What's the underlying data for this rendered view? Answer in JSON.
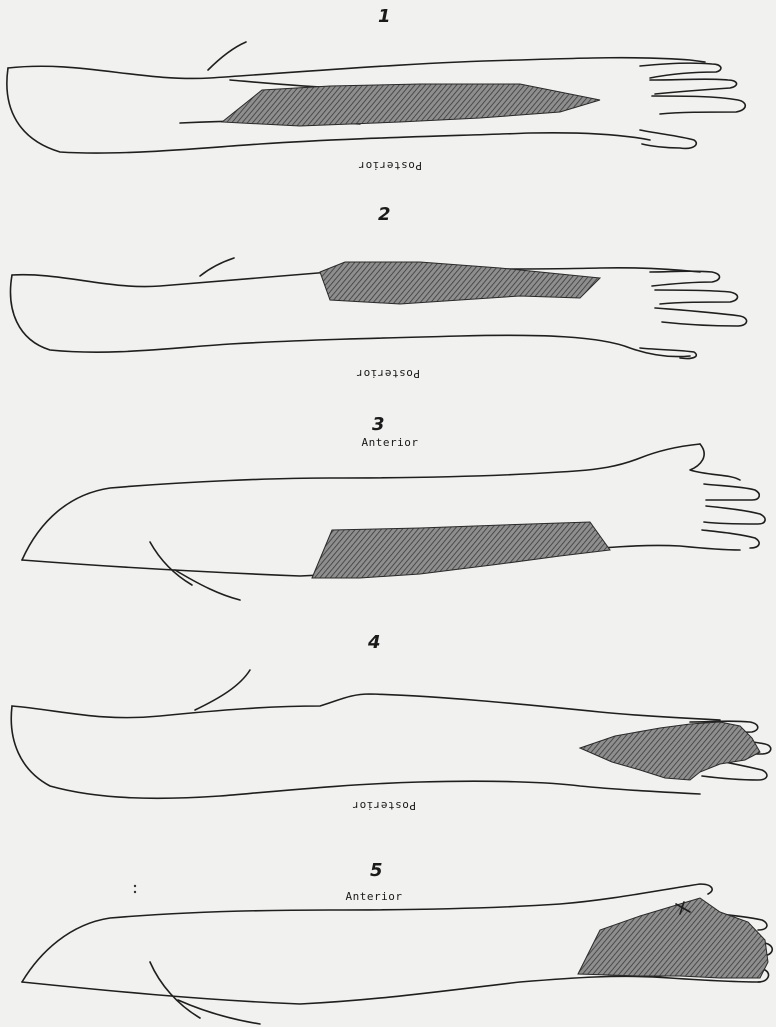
{
  "figures": [
    {
      "number": "1",
      "label": "Posterior"
    },
    {
      "number": "2",
      "label": "Posterior"
    },
    {
      "number": "3",
      "label": "Anterior"
    },
    {
      "number": "4",
      "label": "Posterior"
    },
    {
      "number": "5",
      "label": "Anterior"
    }
  ]
}
